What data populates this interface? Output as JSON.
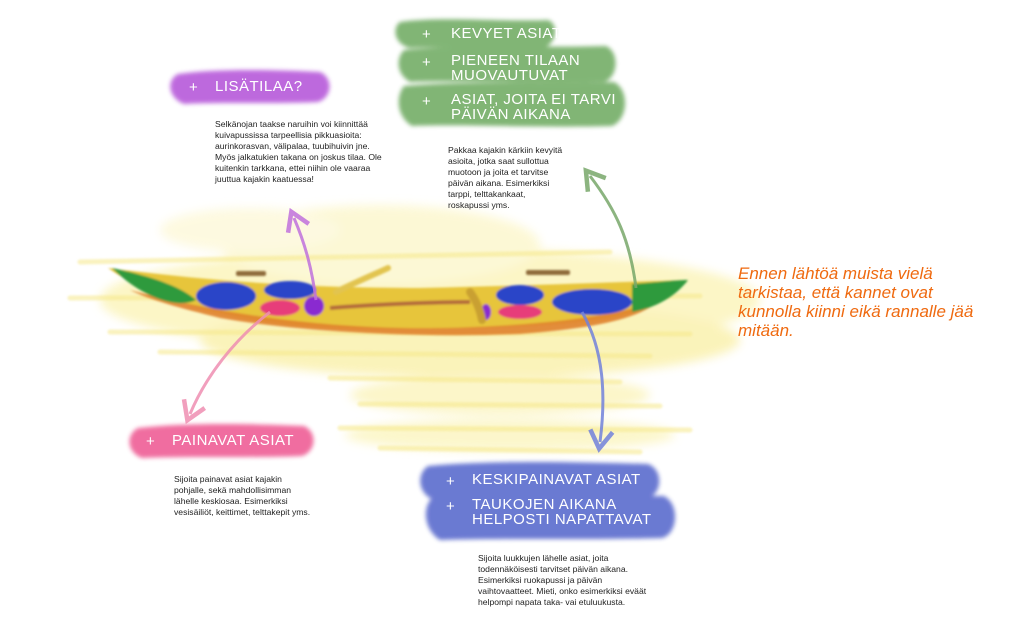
{
  "colors": {
    "green": "#6bab5f",
    "purple": "#b24ed6",
    "pink": "#ec4f8d",
    "blue": "#5263c8",
    "note_orange": "#ef6a10",
    "wash_yellow": "#f8ee9a"
  },
  "plus_sign": "+",
  "callouts": {
    "light": {
      "items": [
        "KEVYET ASIAT",
        "PIENEEN TILAAN MUOVAUTUVAT",
        "ASIAT, JOITA EI TARVI PÄIVÄN AIKANA"
      ],
      "description": "Pakkaa kajakin kärkiin kevyitä asioita, jotka saat sullottua muotoon ja joita et tarvitse päivän aikana. Esimerkiksi tarppi, telttakankaat, roskapussi yms."
    },
    "extra": {
      "items": [
        "LISÄTILAA?"
      ],
      "description": "Selkänojan taakse naruihin voi kiinnittää kuivapussissa tarpeellisia pikkuasioita: aurinkorasvan, välipalaa, tuubihuivin jne. Myös jalkatukien takana on joskus tilaa. Ole kuitenkin tarkkana, ettei niihin ole vaaraa juuttua kajakin kaatuessa!"
    },
    "heavy": {
      "items": [
        "PAINAVAT ASIAT"
      ],
      "description": "Sijoita painavat asiat kajakin pohjalle, sekä mahdollisimman lähelle keskiosaa. Esimerkiksi vesisäiliöt, keittimet, telttakepit yms."
    },
    "medium": {
      "items": [
        "KESKIPAINAVAT ASIAT",
        "TAUKOJEN AIKANA HELPOSTI NAPATTAVAT"
      ],
      "description": "Sijoita luukkujen lähelle asiat, joita todennäköisesti tarvitset päivän aikana. Esimerkiksi ruokapussi ja päivän vaihtovaatteet. Mieti, onko esimerkiksi eväät helpompi napata taka- vai etuluukusta."
    }
  },
  "note": "Ennen lähtöä muista vielä tarkistaa, että kannet ovat kunnolla kiinni eikä rannalle jää mitään."
}
